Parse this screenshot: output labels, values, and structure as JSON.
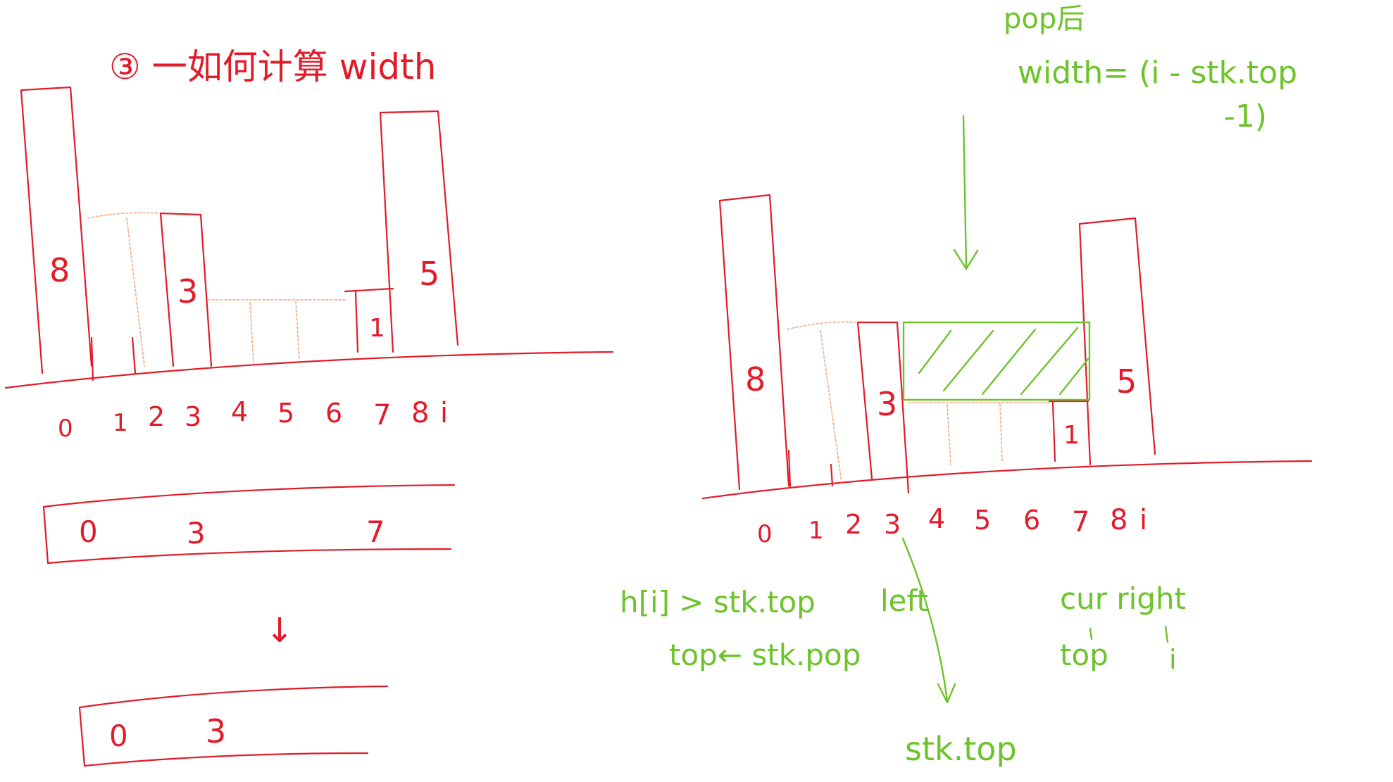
{
  "title": "③ 一如何计算 width",
  "left": {
    "bar_labels": [
      "8",
      "3",
      "1",
      "5"
    ],
    "axis_indices": [
      "0",
      "1",
      "2",
      "3",
      "4",
      "5",
      "6",
      "7",
      "8"
    ],
    "axis_var": "i",
    "stack_before": [
      "0",
      "3",
      "7"
    ],
    "arrow": "↓",
    "stack_after": [
      "0",
      "3"
    ]
  },
  "right": {
    "bar_labels": [
      "8",
      "3",
      "1",
      "5"
    ],
    "axis_indices": [
      "0",
      "1",
      "2",
      "3",
      "4",
      "5",
      "6",
      "7",
      "8"
    ],
    "axis_var": "i",
    "formula_line1": "pop后",
    "formula_line2": "width= (i - stk.top",
    "formula_line3": "-1)",
    "note_compare": "h[i] > stk.top",
    "note_left": "left",
    "note_pop": "top← stk.pop",
    "note_cur_right": "cur right",
    "note_top": "top",
    "note_i": "i",
    "note_stk_top": "stk.top"
  },
  "colors": {
    "red": "#e21b2a",
    "green": "#6cc32a",
    "peach": "#f4b394"
  }
}
